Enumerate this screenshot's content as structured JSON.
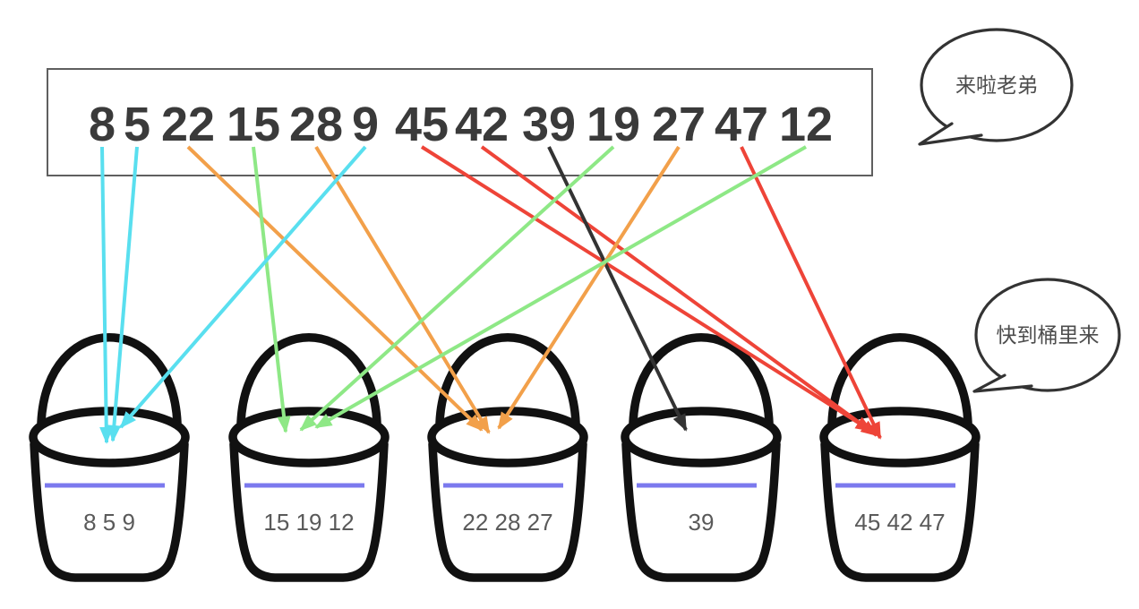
{
  "input_box": {
    "numbers": [
      "8",
      "5",
      "22",
      "15",
      "28",
      "9",
      "45",
      "42",
      "39",
      "19",
      "27",
      "47",
      "12"
    ],
    "text": "8 5 22 15 28 9 45 42 39 19 27 47 12"
  },
  "assignments": [
    {
      "number": "8",
      "bucket": 1,
      "color": "cyan"
    },
    {
      "number": "5",
      "bucket": 1,
      "color": "cyan"
    },
    {
      "number": "22",
      "bucket": 3,
      "color": "orange"
    },
    {
      "number": "15",
      "bucket": 2,
      "color": "green"
    },
    {
      "number": "28",
      "bucket": 3,
      "color": "orange"
    },
    {
      "number": "9",
      "bucket": 1,
      "color": "cyan"
    },
    {
      "number": "45",
      "bucket": 5,
      "color": "red"
    },
    {
      "number": "42",
      "bucket": 5,
      "color": "red"
    },
    {
      "number": "39",
      "bucket": 4,
      "color": "black"
    },
    {
      "number": "19",
      "bucket": 2,
      "color": "green"
    },
    {
      "number": "27",
      "bucket": 3,
      "color": "orange"
    },
    {
      "number": "47",
      "bucket": 5,
      "color": "red"
    },
    {
      "number": "12",
      "bucket": 2,
      "color": "green"
    }
  ],
  "buckets": [
    {
      "label": "8 5 9"
    },
    {
      "label": "15 19 12"
    },
    {
      "label": "22 28 27"
    },
    {
      "label": "39"
    },
    {
      "label": "45 42 47"
    }
  ],
  "bubbles": [
    {
      "text": "来啦老弟"
    },
    {
      "text": "快到桶里来"
    }
  ],
  "colors": {
    "background": "#ffffff",
    "box_border": "#5f5f5f",
    "number_text": "#3a3a3a",
    "bucket_outline": "#111111",
    "bucket_label": "#5a5a5a",
    "water_line": "#7b79ee",
    "bubble_outline": "#333333",
    "bubble_text": "#4d4d4d",
    "arrows": {
      "cyan": "#59dfef",
      "green": "#8ee886",
      "orange": "#f2a04a",
      "red": "#ee4438",
      "black": "#333333"
    }
  }
}
